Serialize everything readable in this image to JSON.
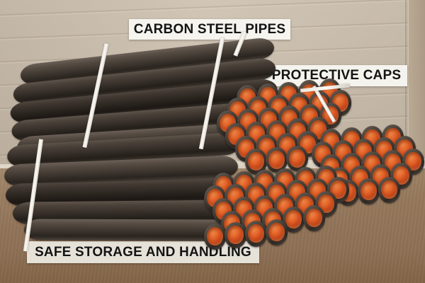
{
  "image": {
    "subject": "Stacked carbon steel pipes with orange protective end caps",
    "setting": "Outdoor storage yard against a beige horizontal-slatted wall on brown dirt ground"
  },
  "annotations": [
    {
      "id": "carbon",
      "text": "CARBON STEEL PIPES",
      "position": "top-center"
    },
    {
      "id": "caps",
      "text": "PROTECTIVE CAPS",
      "position": "upper-right"
    },
    {
      "id": "safe",
      "text": "SAFE STORAGE AND HANDLING",
      "position": "bottom-left"
    }
  ],
  "colors": {
    "wall": "#cfc3b2",
    "ground": "#96795c",
    "pipe_steel": "#3a332e",
    "cap_orange": "#e4662b",
    "cap_orange_light": "#f08a4a",
    "strap": "#f1ede5",
    "label_background": "#f6f4ee",
    "label_text": "#141414"
  },
  "elements": {
    "upper_bundle_label": "Upper pipe bundle",
    "lower_bundle_label": "Lower pipe bundle",
    "right_bundle_label": "Right pipe bundle",
    "strap_label": "Strapping band"
  }
}
